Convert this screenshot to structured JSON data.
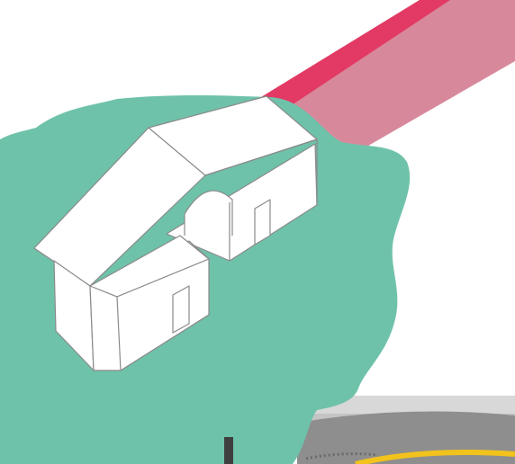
{
  "colors": {
    "background": "#ffffff",
    "green_area": "#6fc2aa",
    "band_dark": "#e23a64",
    "band_light": "#d7899b",
    "building_fill": "#ffffff",
    "building_stroke": "#8a8a8a",
    "photo_bg": "#bfbfbf",
    "photo_dark": "#5e5e5e",
    "photo_yellow": "#f2c21d",
    "pole": "#3f3f3f"
  },
  "elements": {
    "band": "diagonal-pink-band",
    "area": "green-site-area",
    "building": "isometric-house-model",
    "photo": "site-photo-strip",
    "path": "yellow-path-marking"
  }
}
